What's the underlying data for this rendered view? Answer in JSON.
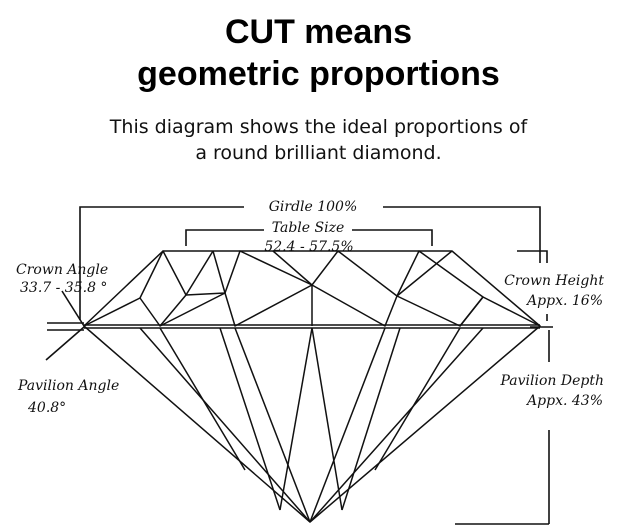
{
  "header": {
    "title_line1": "CUT means",
    "title_line2": "geometric proportions",
    "subtitle_line1": "This diagram shows the ideal proportions of",
    "subtitle_line2": "a round brilliant diamond."
  },
  "labels": {
    "girdle": "Girdle 100%",
    "table_size": "Table Size",
    "table_range": "52.4 - 57.5%",
    "crown_angle": "Crown Angle",
    "crown_angle_value": "33.7 - 35.8 °",
    "pavilion_angle": "Pavilion Angle",
    "pavilion_angle_value": "40.8°",
    "crown_height": "Crown Height",
    "crown_height_value": "Appx. 16%",
    "pavilion_depth": "Pavilion Depth",
    "pavilion_depth_value": "Appx. 43%"
  },
  "colors": {
    "line": "#111111",
    "background": "#ffffff"
  }
}
